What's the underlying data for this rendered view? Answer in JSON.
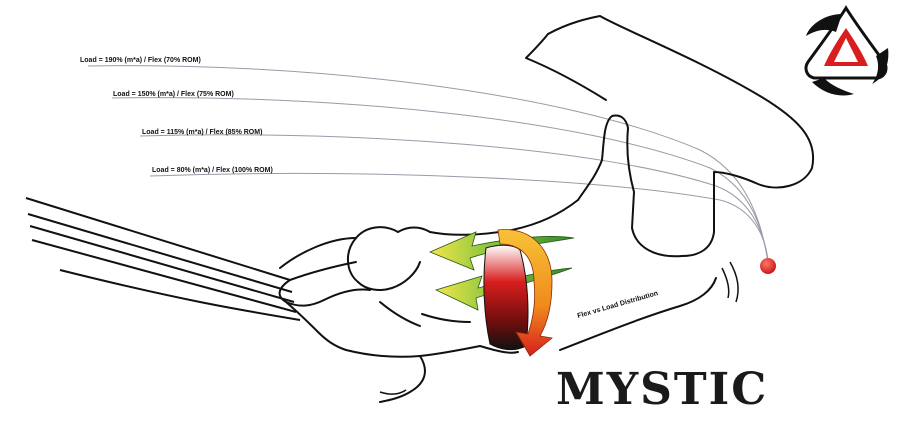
{
  "diagram": {
    "load_labels": [
      "Load = 190% (m*a) / Flex (70% ROM)",
      "Load = 150% (m*a) / Flex (75% ROM)",
      "Load = 115% (m*a) / Flex (85% ROM)",
      "Load = 80% (m*a) / Flex (100% ROM)"
    ],
    "flex_label": "Flex vs Load Distribution",
    "brand": "MYSTIC",
    "colors": {
      "outline": "#111111",
      "green": "#7dbb2a",
      "orange": "#f08a1c",
      "red": "#d81e1e",
      "ball": "#e52222",
      "load_lines": "#9a9aa8"
    }
  }
}
